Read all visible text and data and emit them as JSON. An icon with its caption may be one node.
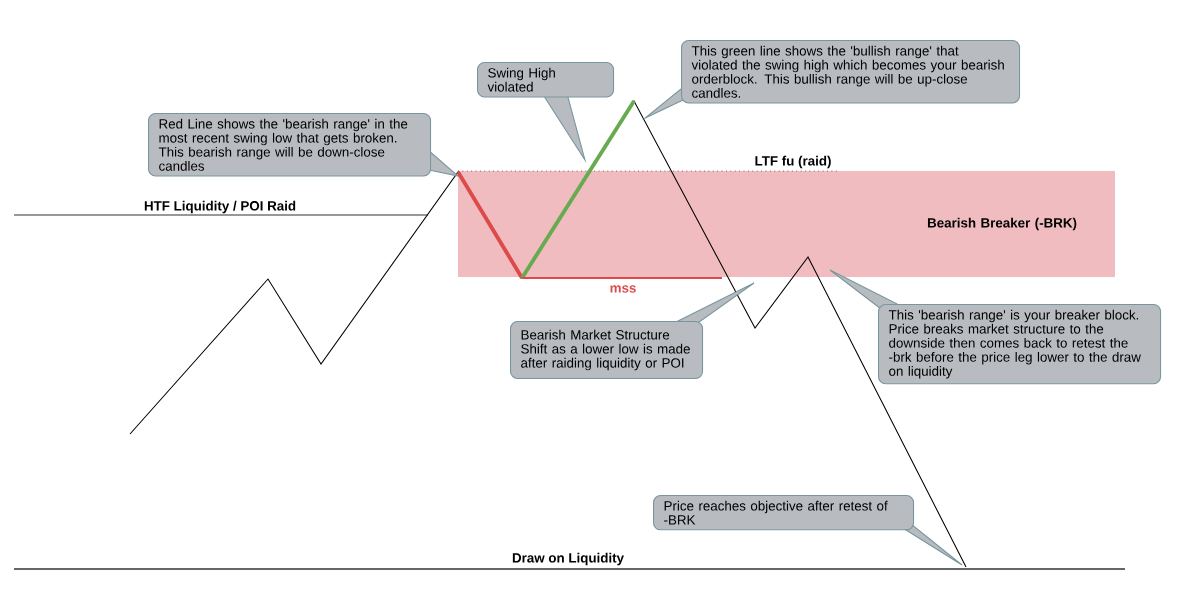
{
  "diagram": {
    "nodes": [
      {
        "text": [
          "Bearish Breaker (-BRK)"
        ]
      },
      {
        "text": [
          "Red Line shows the 'bearish range' in the most recent swing low that gets broken. This bearish range will be down-close candles"
        ]
      },
      {
        "text": [
          "Swing High violated"
        ]
      },
      {
        "text": [
          "This green line shows the 'bullish range' that violated the swing high which becomes your bearish orderblock. This bullish range will be up-close candles."
        ]
      },
      {
        "text": [
          "Bearish Market Structure Shift as a lower low is made after raiding liquidity or POI"
        ]
      },
      {
        "text": [
          "This 'bearish range' is your breaker block. Price breaks market structure to the downside then comes back to retest the -brk before the price leg lower to the draw on liquidity"
        ]
      },
      {
        "text": [
          "Price reaches objective after retest of -BRK"
        ]
      }
    ],
    "labels": [
      "HTF Liquidity / POI Raid",
      "LTF fu (raid)",
      "mss",
      "Draw on Liquidity"
    ]
  }
}
